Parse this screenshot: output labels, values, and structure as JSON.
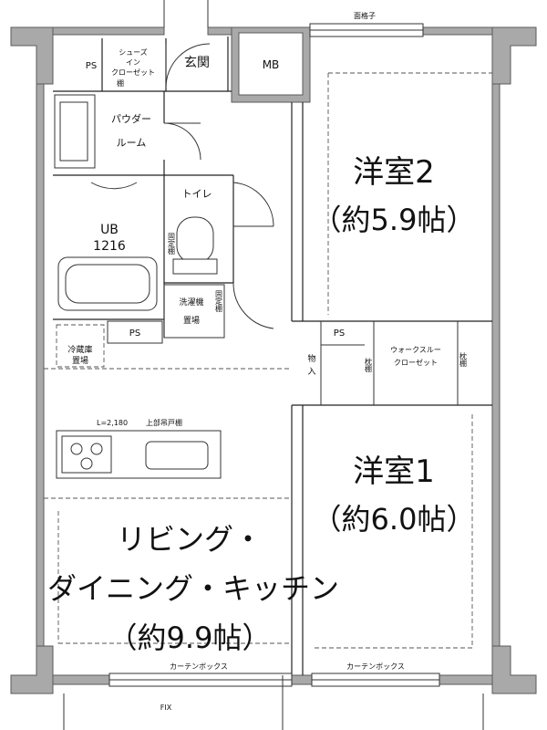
{
  "rooms": {
    "western2_name": "洋室2",
    "western2_size": "（約5.9帖）",
    "western1_name": "洋室1",
    "western1_size": "（約6.0帖）",
    "ldk_line1": "リビング・",
    "ldk_line2": "ダイニング・キッチン",
    "ldk_size": "（約9.9帖）",
    "entrance": "玄関",
    "powder1": "パウダー",
    "powder2": "ルーム",
    "toilet": "トイレ",
    "ub1": "UB",
    "ub2": "1216"
  },
  "labels": {
    "ps_top": "PS",
    "ps_mid": "PS",
    "ps_right": "PS",
    "mb": "MB",
    "shoes1": "シューズ",
    "shoes2": "イン",
    "shoes3": "クローゼット",
    "shelf": "棚",
    "lattice": "面格子",
    "fixed_shelf1": "固定棚",
    "fixed_shelf2": "固定棚",
    "washer1": "洗濯機",
    "washer2": "置場",
    "fridge1": "冷蔵庫",
    "fridge2": "置場",
    "storage1": "物",
    "storage2": "入",
    "wic1": "ウォークスルー",
    "wic2": "クローゼット",
    "shelf_left": "枕棚",
    "shelf_right": "枕棚",
    "kitchen_l": "L=2,180",
    "upper_cabinet": "上部吊戸棚",
    "curtain1": "カーテンボックス",
    "curtain2": "カーテンボックス",
    "fix": "FIX"
  }
}
